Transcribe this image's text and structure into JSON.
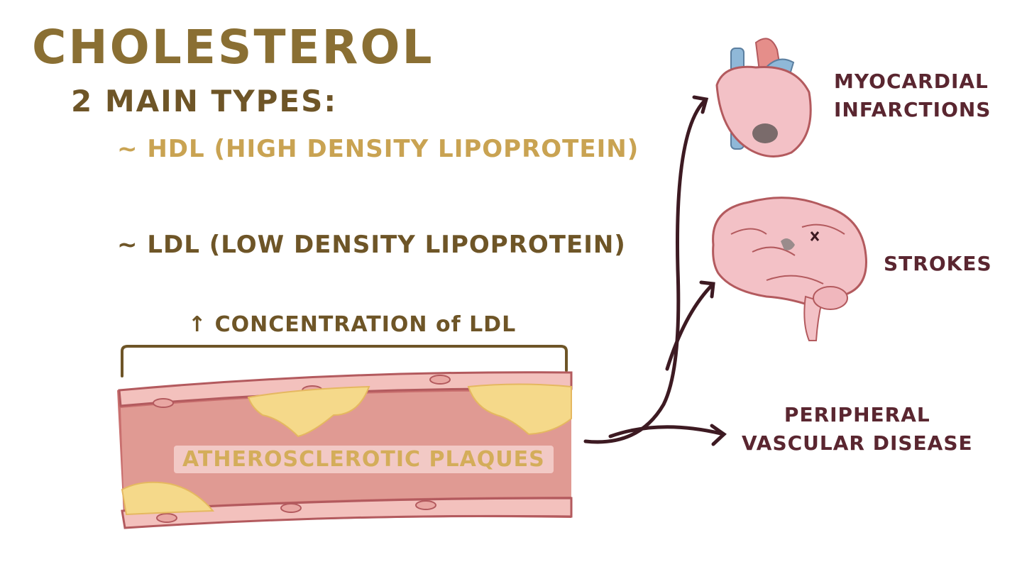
{
  "title": "CHOLESTEROL",
  "subtitle": "2 MAIN TYPES:",
  "types": {
    "hdl": "~ HDL (HIGH DENSITY LIPOPROTEIN)",
    "ldl": "~ LDL (LOW DENSITY LIPOPROTEIN)"
  },
  "concentration_label": "↑ CONCENTRATION of LDL",
  "plaque_label": "ATHEROSCLEROTIC PLAQUES",
  "outcomes": {
    "mi_line1": "MYOCARDIAL",
    "mi_line2": "INFARCTIONS",
    "stroke": "STROKES",
    "pvd_line1": "PERIPHERAL",
    "pvd_line2": "VASCULAR DISEASE"
  },
  "colors": {
    "title": "#8a6f33",
    "hdl": "#c9a352",
    "ldl": "#6e5527",
    "vessel": "#d9837d",
    "plaque": "#f5d98a",
    "arrow": "#3d1a22",
    "outcome_text": "#5a2630"
  },
  "icons": [
    "heart-icon",
    "brain-icon",
    "artery-illustration"
  ]
}
